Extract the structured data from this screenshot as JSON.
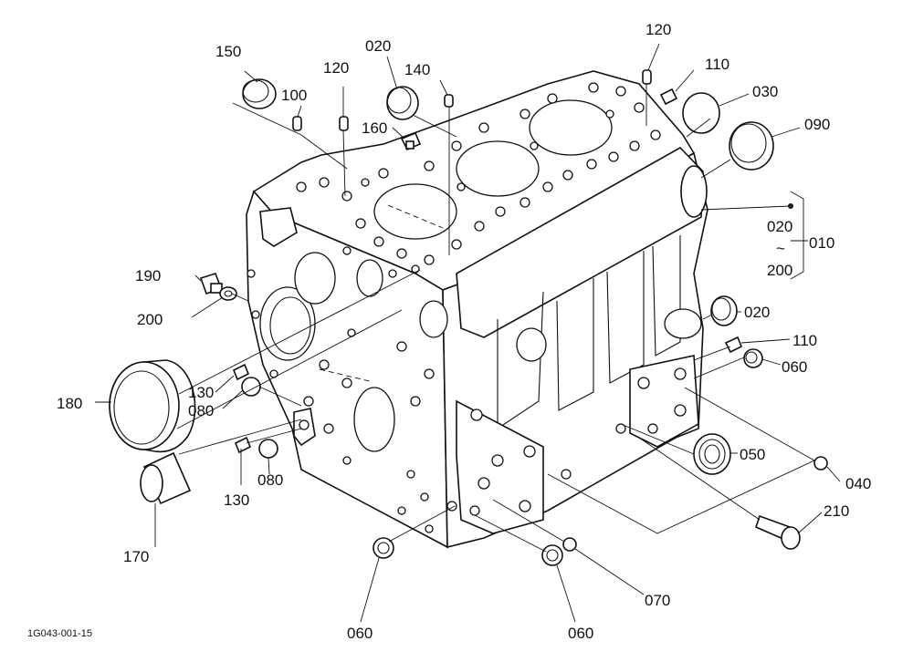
{
  "drawing_code": "1G043-001-15",
  "labels": {
    "l150": "150",
    "l100": "100",
    "l120a": "120",
    "l020a": "020",
    "l140": "140",
    "l160": "160",
    "l120b": "120",
    "l110a": "110",
    "l030": "030",
    "l090": "090",
    "l020_range": "020",
    "l_tilde": "~",
    "l200_range": "200",
    "l010": "010",
    "l190": "190",
    "l200": "200",
    "l020b": "020",
    "l110b": "110",
    "l060a": "060",
    "l180": "180",
    "l130a": "130",
    "l080a": "080",
    "l050": "050",
    "l040": "040",
    "l130b": "130",
    "l080b": "080",
    "l210": "210",
    "l170": "170",
    "l070": "070",
    "l060b": "060",
    "l060c": "060"
  }
}
